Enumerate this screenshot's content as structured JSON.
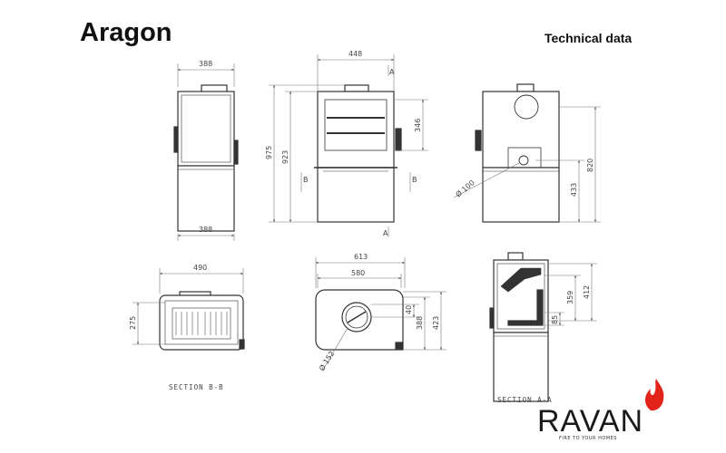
{
  "header": {
    "title": "Aragon",
    "subtitle": "Technical data"
  },
  "dimensions": {
    "side_top_width": "388",
    "side_bottom_width": "388",
    "front_width": "448",
    "front_total_height": "975",
    "front_body_height": "923",
    "front_firebox_height": "346",
    "rear_total_height": "820",
    "rear_outlet_height": "433",
    "rear_pipe_diameter": "Ø 100",
    "top_width": "490",
    "top_depth": "275",
    "plan_outer_width": "613",
    "plan_inner_width": "580",
    "plan_small_offset": "40",
    "plan_depth_inner": "388",
    "plan_depth_outer": "423",
    "plan_flue_diameter": "Ø 152",
    "section_height_upper": "412",
    "section_height_inner": "359",
    "section_small": "85"
  },
  "section_markers": {
    "a": "A",
    "b": "B"
  },
  "section_labels": {
    "bb": "SECTION B-B",
    "aa": "SECTION A-A"
  },
  "brand": {
    "name": "RAVAN",
    "tagline": "FIRE TO YOUR HOMES",
    "flame_color": "#e2231a"
  }
}
